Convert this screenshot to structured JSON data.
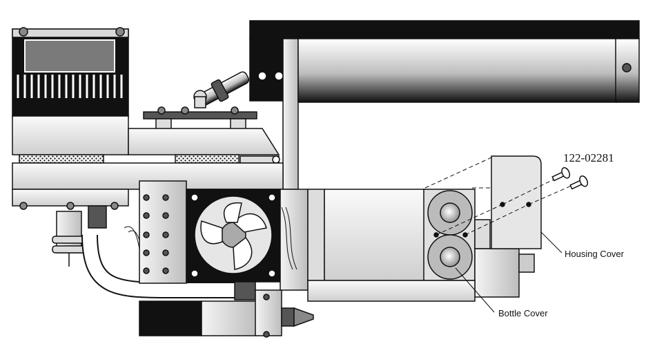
{
  "labels": {
    "part_number": "122-02281",
    "housing_cover": "Housing Cover",
    "bottle_cover": "Bottle Cover"
  },
  "colors": {
    "outline": "#111111",
    "fill_light": "#e6e6e6",
    "fill_dark": "#111111",
    "background": "#ffffff"
  }
}
